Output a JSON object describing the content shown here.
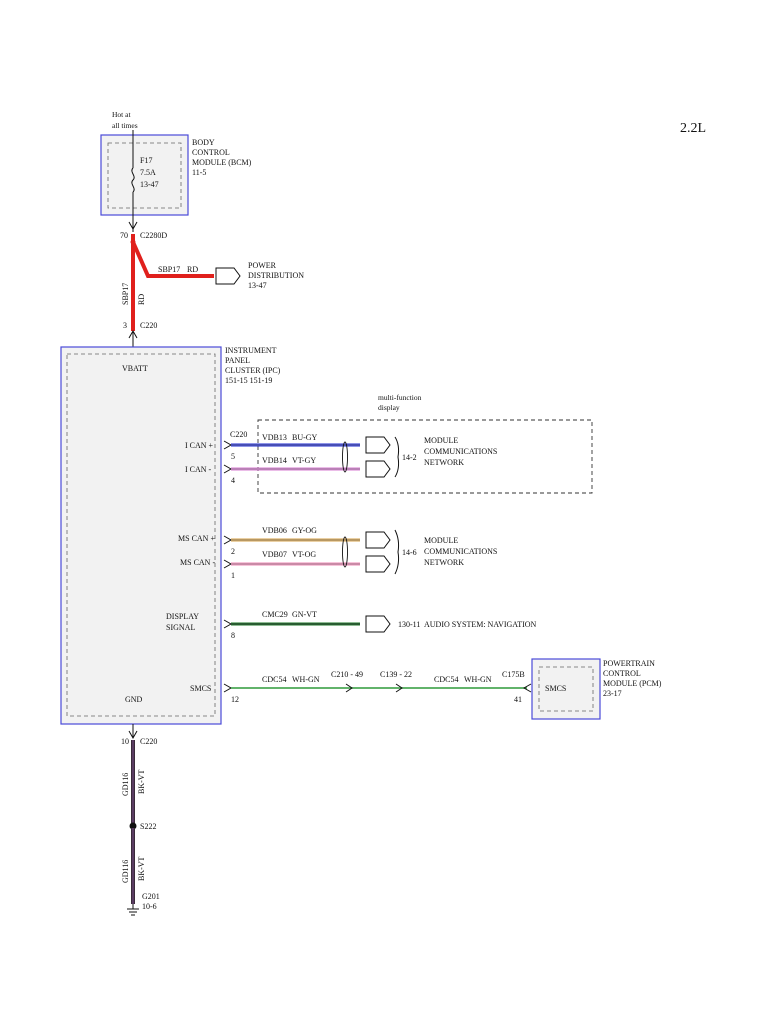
{
  "page": {
    "engine_label": "2.2L"
  },
  "colors": {
    "module_border": "#4a4ad8",
    "module_fill": "#f2f2f2",
    "power_wire_red": "#e0201c",
    "bu_gy": "#1f2bd0",
    "vt_gy": "#d77bd2",
    "gy_og": "#d4a14a",
    "vt_og": "#ef8ab6",
    "gn_vt": "#1f7a2a",
    "wh_gn": "#2f9a3a",
    "bk_vt": "#3a2a3a"
  },
  "power_source": {
    "line1": "Hot at",
    "line2": "all times"
  },
  "bcm": {
    "title_lines": [
      "BODY",
      "CONTROL",
      "MODULE (BCM)",
      "11-5"
    ],
    "fuse_name": "F17",
    "fuse_rating": "7.5A",
    "fuse_ref": "13-47",
    "pin": "70",
    "connector": "C2280D"
  },
  "power_distribution": {
    "circuit": "SBP17",
    "color": "RD",
    "label_lines": [
      "POWER",
      "DISTRIBUTION",
      "13-47"
    ]
  },
  "vertical_power_wire": {
    "circuit": "SBP17",
    "color": "RD"
  },
  "ipc": {
    "power_pin": "3",
    "power_connector": "C220",
    "title_lines": [
      "INSTRUMENT",
      "PANEL",
      "CLUSTER (IPC)",
      "151-15   151-19"
    ],
    "vbatt_label": "VBATT",
    "gnd_label": "GND",
    "ground_pin": "10",
    "ground_connector": "C220"
  },
  "signals": {
    "connector": "C220",
    "multi_function_label_lines": [
      "multi-function",
      "display"
    ],
    "ican_plus": {
      "label": "I CAN +",
      "pin": "5",
      "circuit": "VDB13",
      "color": "BU-GY"
    },
    "ican_minus": {
      "label": "I CAN -",
      "pin": "4",
      "circuit": "VDB14",
      "color": "VT-GY"
    },
    "mscan_plus": {
      "label": "MS CAN +",
      "pin": "2",
      "circuit": "VDB06",
      "color": "GY-OG"
    },
    "mscan_minus": {
      "label": "MS CAN -",
      "pin": "1",
      "circuit": "VDB07",
      "color": "VT-OG"
    },
    "display_signal": {
      "label_lines": [
        "DISPLAY",
        "SIGNAL"
      ],
      "pin": "8",
      "circuit": "CMC29",
      "color": "GN-VT"
    },
    "smcs": {
      "label": "SMCS",
      "pin": "12",
      "circuit": "CDC54",
      "color": "WH-GN"
    }
  },
  "network_refs": {
    "ican_ref": "14-2",
    "ican_label_lines": [
      "MODULE",
      "COMMUNICATIONS",
      "NETWORK"
    ],
    "mscan_ref": "14-6",
    "mscan_label_lines": [
      "MODULE",
      "COMMUNICATIONS",
      "NETWORK"
    ],
    "audio_ref": "130-11",
    "audio_label": "AUDIO SYSTEM: NAVIGATION"
  },
  "smcs_path": {
    "inline1": "C210 - 49",
    "inline2": "C139 - 22",
    "circuit2": "CDC54",
    "color2": "WH-GN",
    "pcm_connector": "C175B",
    "pcm_pin": "41"
  },
  "pcm": {
    "inner_label": "SMCS",
    "title_lines": [
      "POWERTRAIN",
      "CONTROL",
      "MODULE (PCM)",
      "23-17"
    ]
  },
  "ground": {
    "upper_circuit": "GD116",
    "upper_color": "BK-VT",
    "splice": "S222",
    "lower_circuit": "GD116",
    "lower_color": "BK-VT",
    "ground_name": "G201",
    "ground_ref": "10-6"
  }
}
